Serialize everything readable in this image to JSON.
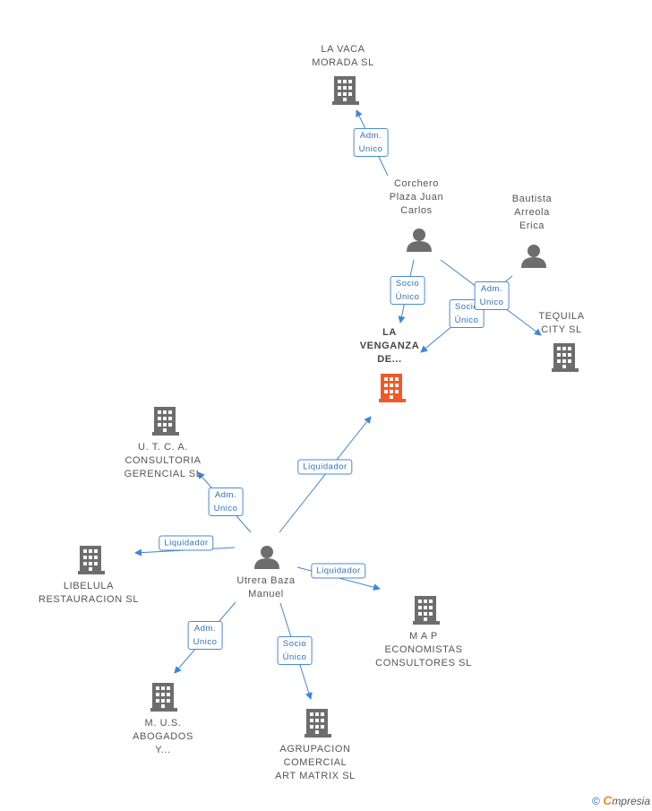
{
  "colors": {
    "edge": "#3f85d6",
    "icon": "#6d6d6d",
    "focus": "#f05a2a"
  },
  "nodes": {
    "la_vaca": {
      "label": "LA VACA\nMORADA SL",
      "icon": "building-icon"
    },
    "corchero": {
      "label": "Corchero\nPlaza Juan\nCarlos",
      "icon": "person-icon"
    },
    "bautista": {
      "label": "Bautista\nArreola\nErica",
      "icon": "person-icon"
    },
    "tequila": {
      "label": "TEQUILA\nCITY  SL",
      "icon": "building-icon"
    },
    "venganza": {
      "label": "LA\nVENGANZA\nDE...",
      "icon": "building-icon"
    },
    "utca": {
      "label": "U. T. C. A.\nCONSULTORIA\nGERENCIAL  SL",
      "icon": "building-icon"
    },
    "libelula": {
      "label": "LIBELULA\nRESTAURACION SL",
      "icon": "building-icon"
    },
    "utrera": {
      "label": "Utrera Baza\nManuel",
      "icon": "person-icon"
    },
    "map": {
      "label": "M A P\nECONOMISTAS\nCONSULTORES SL",
      "icon": "building-icon"
    },
    "mus": {
      "label": "M. U.S.\nABOGADOS\nY...",
      "icon": "building-icon"
    },
    "agrupacion": {
      "label": "AGRUPACION\nCOMERCIAL\nART MATRIX SL",
      "icon": "building-icon"
    }
  },
  "edges": {
    "corchero_lavaca": "Adm.\nUnico",
    "corchero_venganza": "Socio\nÚnico",
    "bautista_venganza": "Socio\nÚnico",
    "corchero_tequila": "Adm.\nUnico",
    "utrera_venganza": "Liquidador",
    "utrera_utca": "Adm.\nUnico",
    "utrera_libelula": "Liquidador",
    "utrera_map": "Liquidador",
    "utrera_mus": "Adm.\nUnico",
    "utrera_agrupacion": "Socio\nÚnico"
  },
  "footer": {
    "copyright": "©",
    "brand_first": "C",
    "brand_rest": "mpresia"
  }
}
